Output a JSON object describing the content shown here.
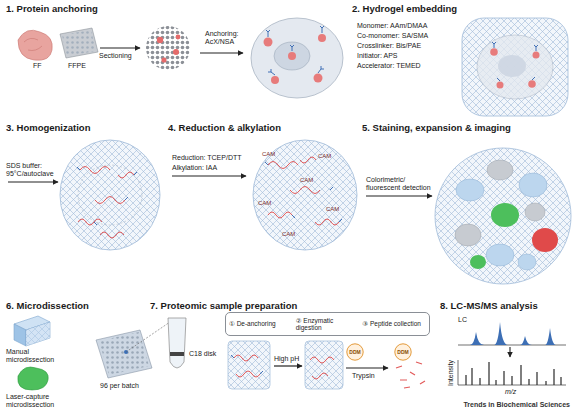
{
  "diagram": {
    "nodes": [
      {
        "text": [
          "① De-anchoring",
          "② Enzymatic digestion",
          "③ Peptide collection"
        ]
      },
      {
        "text": [
          "DDM"
        ]
      },
      {
        "text": [
          "DDM"
        ]
      }
    ],
    "labels": [
      "1. Protein anchoring",
      "FF",
      "FFPE",
      "Sectioning",
      "Anchoring: AcX/NSA",
      "2. Hydrogel embedding",
      "Monomer: AAm/DMAA",
      "Co-monomer: SA/SMA",
      "Crosslinker: Bis/PAE",
      "Initiator: APS",
      "Accelerator: TEMED",
      "3. Homogenization",
      "SDS buffer: 95°C/autoclave",
      "4. Reduction & alkylation",
      "Reduction: TCEP/DTT",
      "Alkylation: IAA",
      "CAM",
      "CAM",
      "CAM",
      "CAM",
      "CAM",
      "CAM",
      "5. Staining, expansion & imaging",
      "Colorimetric/ fluorescent detection",
      "6. Microdissection",
      "Manual microdissection",
      "Laser-capture microdissection",
      "7. Proteomic sample preparation",
      "96 per batch",
      "C18 disk",
      "High pH",
      "Trypsin",
      "8. LC-MS/MS analysis",
      "LC",
      "Intensity",
      "m/z",
      "Trends in Biochemical Sciences"
    ]
  }
}
